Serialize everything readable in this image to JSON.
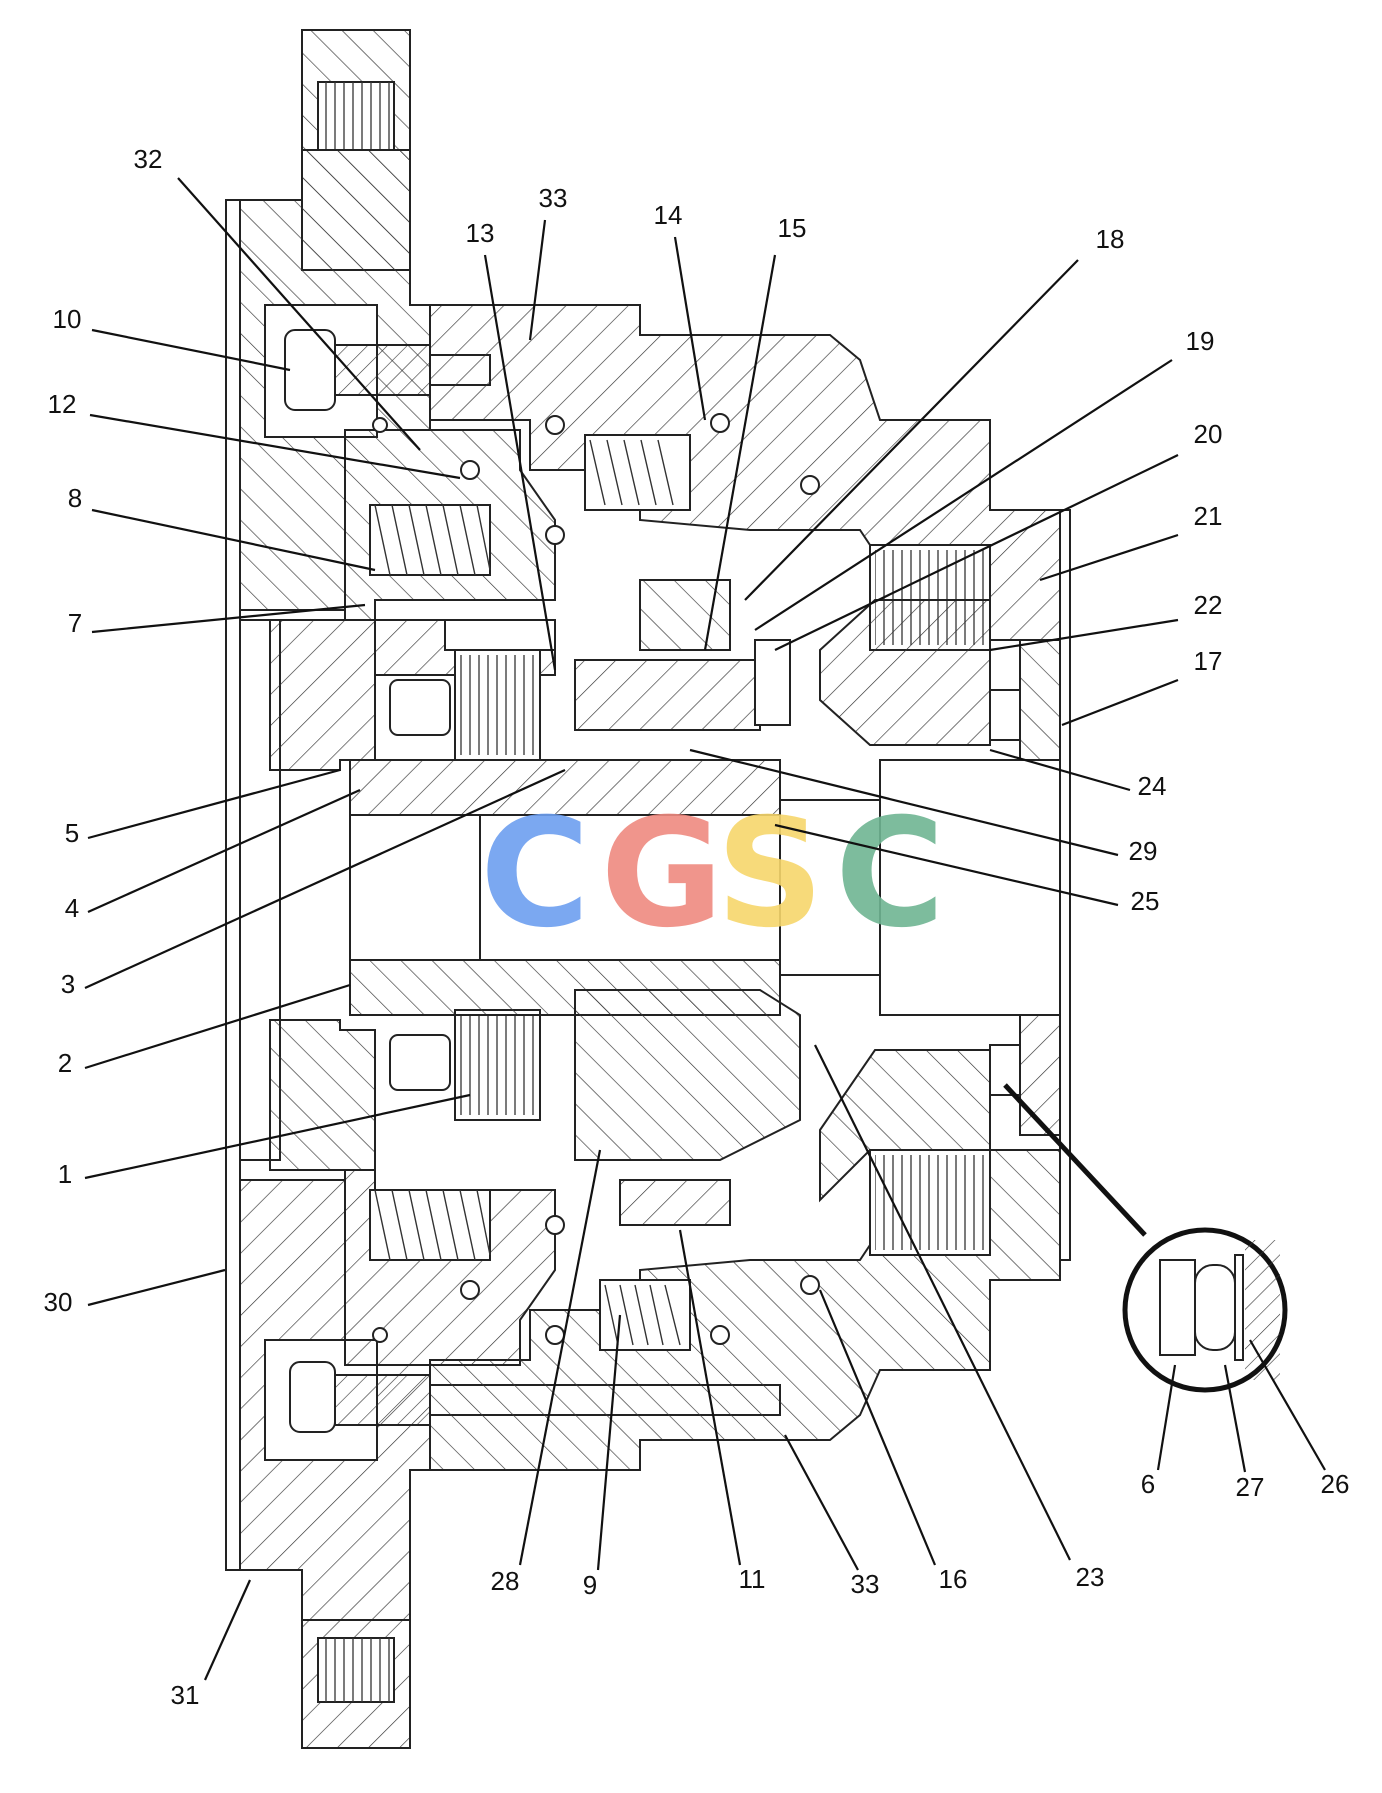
{
  "diagram": {
    "watermark": {
      "letters": [
        "C",
        "G",
        "S",
        "C"
      ],
      "colors": [
        "#6d9ef0",
        "#ee8a80",
        "#f6d66b",
        "#6fb592"
      ]
    },
    "colors": {
      "line": "#222222",
      "background": "#ffffff"
    },
    "callouts": [
      {
        "id": "c32a",
        "label": "32"
      },
      {
        "id": "c33a",
        "label": "33"
      },
      {
        "id": "c13",
        "label": "13"
      },
      {
        "id": "c14",
        "label": "14"
      },
      {
        "id": "c15",
        "label": "15"
      },
      {
        "id": "c18",
        "label": "18"
      },
      {
        "id": "c19",
        "label": "19"
      },
      {
        "id": "c10",
        "label": "10"
      },
      {
        "id": "c12",
        "label": "12"
      },
      {
        "id": "c20",
        "label": "20"
      },
      {
        "id": "c21",
        "label": "21"
      },
      {
        "id": "c8",
        "label": "8"
      },
      {
        "id": "c22",
        "label": "22"
      },
      {
        "id": "c7",
        "label": "7"
      },
      {
        "id": "c17",
        "label": "17"
      },
      {
        "id": "c24",
        "label": "24"
      },
      {
        "id": "c5",
        "label": "5"
      },
      {
        "id": "c29",
        "label": "29"
      },
      {
        "id": "c4",
        "label": "4"
      },
      {
        "id": "c25",
        "label": "25"
      },
      {
        "id": "c3",
        "label": "3"
      },
      {
        "id": "c2",
        "label": "2"
      },
      {
        "id": "c1",
        "label": "1"
      },
      {
        "id": "c30",
        "label": "30"
      },
      {
        "id": "c6",
        "label": "6"
      },
      {
        "id": "c27",
        "label": "27"
      },
      {
        "id": "c26",
        "label": "26"
      },
      {
        "id": "c28",
        "label": "28"
      },
      {
        "id": "c9",
        "label": "9"
      },
      {
        "id": "c11",
        "label": "11"
      },
      {
        "id": "c33b",
        "label": "33"
      },
      {
        "id": "c16",
        "label": "16"
      },
      {
        "id": "c23",
        "label": "23"
      },
      {
        "id": "c31",
        "label": "31"
      }
    ]
  }
}
